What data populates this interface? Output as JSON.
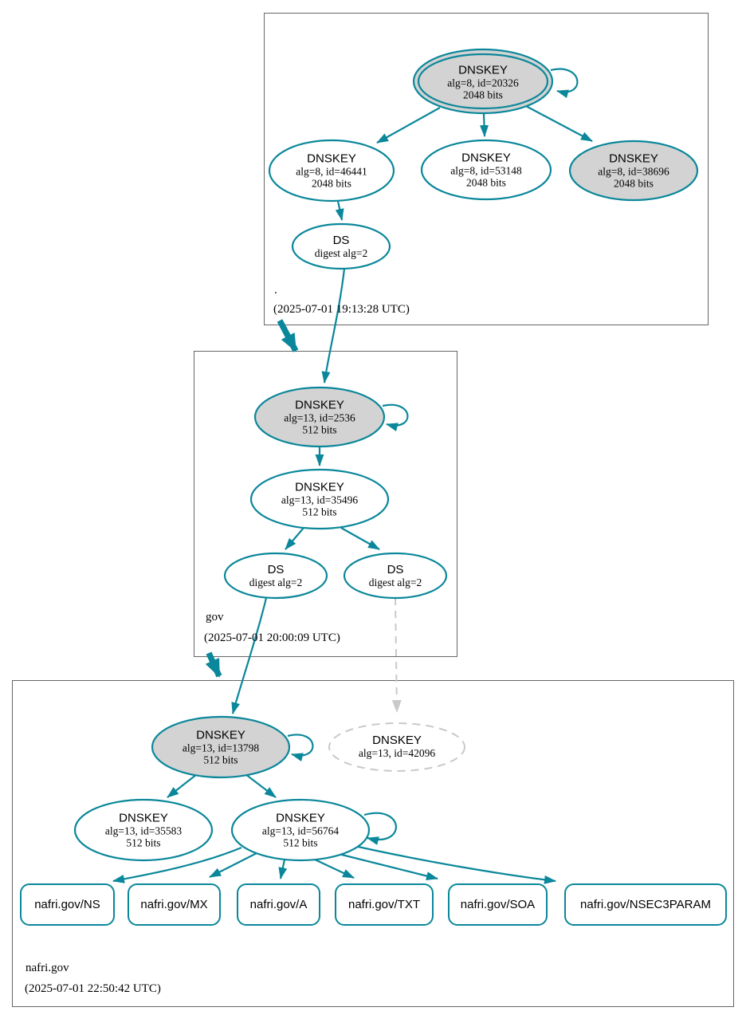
{
  "diagram": {
    "kind": "dnssec-authentication-chain",
    "colors": {
      "secure": "#0a879a",
      "ksk_fill": "#d3d3d3",
      "node_fill": "#ffffff",
      "insecure_dashed": "#c9c9c9",
      "zone_box_border": "#666666"
    },
    "zones": {
      "root": {
        "name": ".",
        "timestamp": "(2025-07-01 19:13:28 UTC)",
        "nodes": {
          "ksk_20326": {
            "title": "DNSKEY",
            "detail": "alg=8, id=20326",
            "bits": "2048 bits"
          },
          "zsk_46441": {
            "title": "DNSKEY",
            "detail": "alg=8, id=46441",
            "bits": "2048 bits"
          },
          "zsk_53148": {
            "title": "DNSKEY",
            "detail": "alg=8, id=53148",
            "bits": "2048 bits"
          },
          "ksk_38696": {
            "title": "DNSKEY",
            "detail": "alg=8, id=38696",
            "bits": "2048 bits"
          },
          "ds": {
            "title": "DS",
            "detail": "digest alg=2"
          }
        }
      },
      "gov": {
        "name": "gov",
        "timestamp": "(2025-07-01 20:00:09 UTC)",
        "nodes": {
          "ksk_2536": {
            "title": "DNSKEY",
            "detail": "alg=13, id=2536",
            "bits": "512 bits"
          },
          "zsk_35496": {
            "title": "DNSKEY",
            "detail": "alg=13, id=35496",
            "bits": "512 bits"
          },
          "ds_left": {
            "title": "DS",
            "detail": "digest alg=2"
          },
          "ds_right": {
            "title": "DS",
            "detail": "digest alg=2"
          }
        }
      },
      "nafri_gov": {
        "name": "nafri.gov",
        "timestamp": "(2025-07-01 22:50:42 UTC)",
        "nodes": {
          "ksk_13798": {
            "title": "DNSKEY",
            "detail": "alg=13, id=13798",
            "bits": "512 bits"
          },
          "dnskey_42096": {
            "title": "DNSKEY",
            "detail": "alg=13, id=42096"
          },
          "zsk_35583": {
            "title": "DNSKEY",
            "detail": "alg=13, id=35583",
            "bits": "512 bits"
          },
          "zsk_56764": {
            "title": "DNSKEY",
            "detail": "alg=13, id=56764",
            "bits": "512 bits"
          }
        },
        "rrsets": [
          "nafri.gov/NS",
          "nafri.gov/MX",
          "nafri.gov/A",
          "nafri.gov/TXT",
          "nafri.gov/SOA",
          "nafri.gov/NSEC3PARAM"
        ]
      }
    }
  }
}
